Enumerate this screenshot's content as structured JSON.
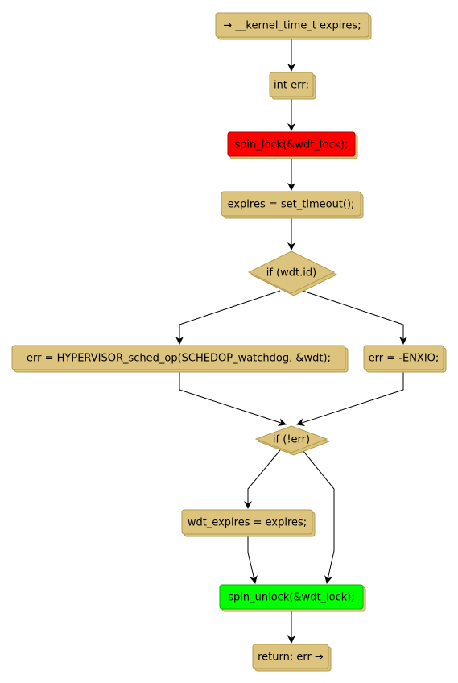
{
  "colors": {
    "node_fill": "#dcc47f",
    "node_border": "#b39a50",
    "lock_fill": "#ff0000",
    "unlock_fill": "#00ff00",
    "edge": "#000000"
  },
  "nodes": {
    "start": "→ __kernel_time_t expires;",
    "decl_err": "int err;",
    "spin_lock": "spin_lock(&wdt_lock);",
    "set_expires": "expires = set_timeout();",
    "if_wdt_id": "if (wdt.id)",
    "hypervisor_call": "err = HYPERVISOR_sched_op(SCHEDOP_watchdog, &wdt);",
    "err_enxio": "err = -ENXIO;",
    "if_not_err": "if (!err)",
    "wdt_expires": "wdt_expires = expires;",
    "spin_unlock": "spin_unlock(&wdt_lock);",
    "return": "return; err →"
  }
}
